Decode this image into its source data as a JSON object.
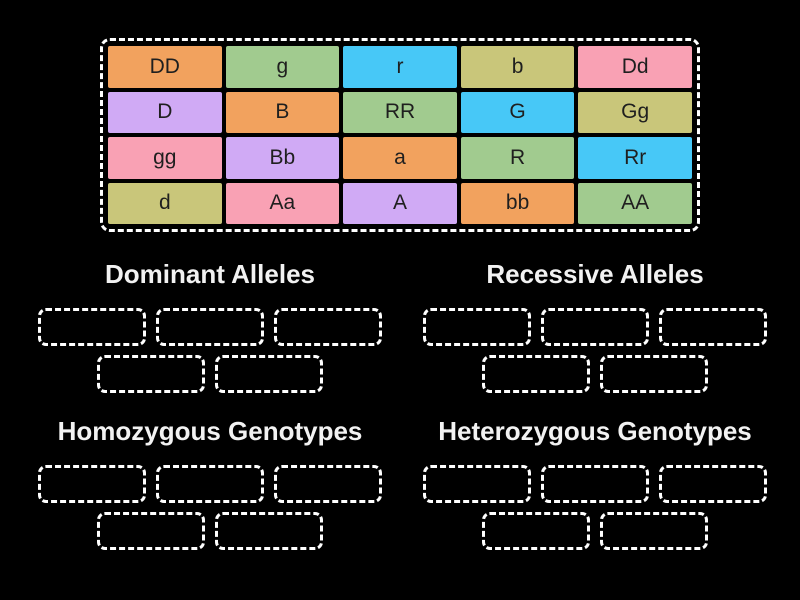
{
  "background_color": "#000000",
  "palette": {
    "orange": "#F2A25E",
    "green": "#A1CB8F",
    "blue": "#47C8F7",
    "olive": "#C9C67A",
    "pink": "#F9A1B4",
    "purple": "#D0AAF5"
  },
  "tile_text_color": "#1f1f1f",
  "heading_text_color": "#f2f2f2",
  "board": {
    "columns": 5,
    "rows": 4,
    "tiles": [
      {
        "label": "DD",
        "color": "orange"
      },
      {
        "label": "g",
        "color": "green"
      },
      {
        "label": "r",
        "color": "blue"
      },
      {
        "label": "b",
        "color": "olive"
      },
      {
        "label": "Dd",
        "color": "pink"
      },
      {
        "label": "D",
        "color": "purple"
      },
      {
        "label": "B",
        "color": "orange"
      },
      {
        "label": "RR",
        "color": "green"
      },
      {
        "label": "G",
        "color": "blue"
      },
      {
        "label": "Gg",
        "color": "olive"
      },
      {
        "label": "gg",
        "color": "pink"
      },
      {
        "label": "Bb",
        "color": "purple"
      },
      {
        "label": "a",
        "color": "orange"
      },
      {
        "label": "R",
        "color": "green"
      },
      {
        "label": "Rr",
        "color": "blue"
      },
      {
        "label": "d",
        "color": "olive"
      },
      {
        "label": "Aa",
        "color": "pink"
      },
      {
        "label": "A",
        "color": "purple"
      },
      {
        "label": "bb",
        "color": "orange"
      },
      {
        "label": "AA",
        "color": "green"
      }
    ]
  },
  "groups": [
    {
      "id": "dominant",
      "title": "Dominant Alleles",
      "slot_count": 5
    },
    {
      "id": "recessive",
      "title": "Recessive Alleles",
      "slot_count": 5
    },
    {
      "id": "homozygous",
      "title": "Homozygous Genotypes",
      "slot_count": 5
    },
    {
      "id": "heterozygous",
      "title": "Heterozygous Genotypes",
      "slot_count": 5
    }
  ]
}
